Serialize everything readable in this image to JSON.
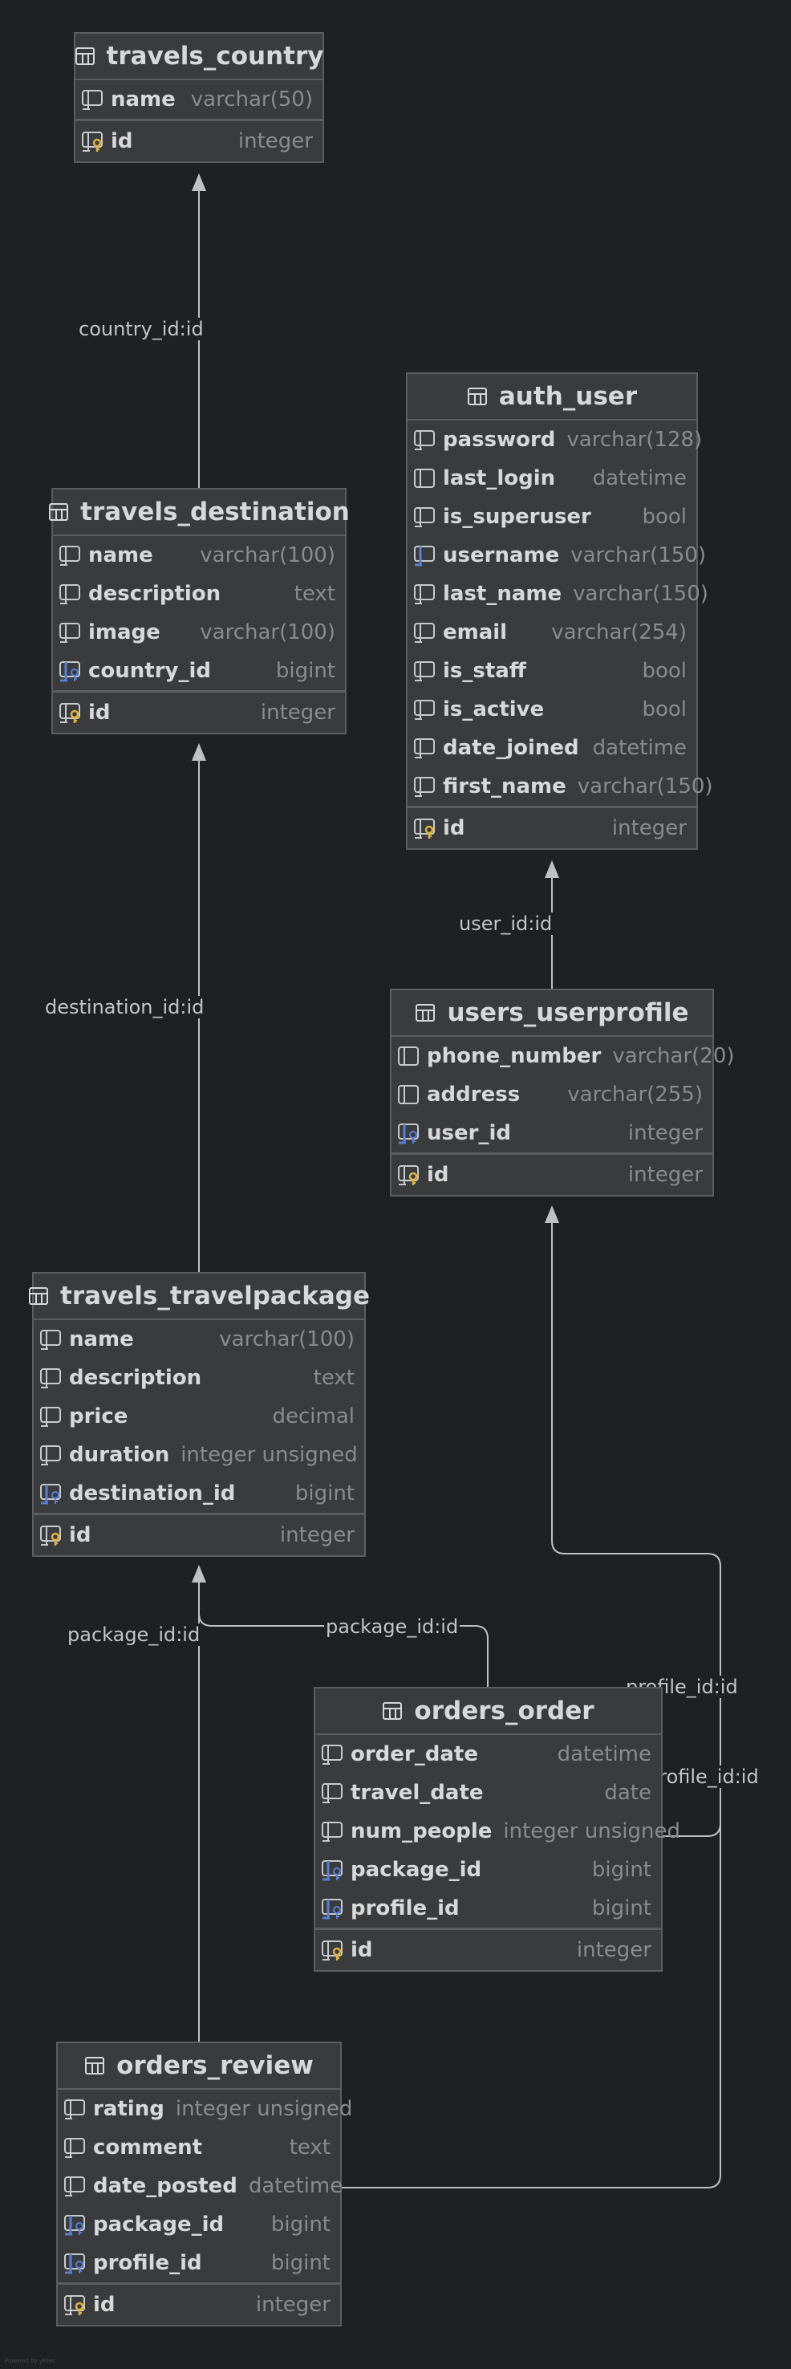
{
  "colors": {
    "background": "#1f2023",
    "table_bg": "#3a3b3d",
    "table_border": "#5c5d60",
    "fk_icon": "#5a7fd8",
    "pk_key_icon": "#e2b33d",
    "edge": "#bfc0c2"
  },
  "tables": {
    "travels_country": {
      "title": "travels_country",
      "columns": [
        {
          "name": "name",
          "type": "varchar(50)",
          "icon": "column-icon"
        }
      ],
      "pk": {
        "name": "id",
        "type": "integer",
        "icon": "primary-key-icon"
      }
    },
    "auth_user": {
      "title": "auth_user",
      "columns": [
        {
          "name": "password",
          "type": "varchar(128)",
          "icon": "column-icon"
        },
        {
          "name": "last_login",
          "type": "datetime",
          "icon": "nullable-column-icon"
        },
        {
          "name": "is_superuser",
          "type": "bool",
          "icon": "column-icon"
        },
        {
          "name": "username",
          "type": "varchar(150)",
          "icon": "unique-column-icon"
        },
        {
          "name": "last_name",
          "type": "varchar(150)",
          "icon": "column-icon"
        },
        {
          "name": "email",
          "type": "varchar(254)",
          "icon": "column-icon"
        },
        {
          "name": "is_staff",
          "type": "bool",
          "icon": "column-icon"
        },
        {
          "name": "is_active",
          "type": "bool",
          "icon": "column-icon"
        },
        {
          "name": "date_joined",
          "type": "datetime",
          "icon": "column-icon"
        },
        {
          "name": "first_name",
          "type": "varchar(150)",
          "icon": "column-icon"
        }
      ],
      "pk": {
        "name": "id",
        "type": "integer",
        "icon": "primary-key-icon"
      }
    },
    "travels_destination": {
      "title": "travels_destination",
      "columns": [
        {
          "name": "name",
          "type": "varchar(100)",
          "icon": "column-icon"
        },
        {
          "name": "description",
          "type": "text",
          "icon": "column-icon"
        },
        {
          "name": "image",
          "type": "varchar(100)",
          "icon": "column-icon"
        },
        {
          "name": "country_id",
          "type": "bigint",
          "icon": "foreign-key-icon"
        }
      ],
      "pk": {
        "name": "id",
        "type": "integer",
        "icon": "primary-key-icon"
      }
    },
    "users_userprofile": {
      "title": "users_userprofile",
      "columns": [
        {
          "name": "phone_number",
          "type": "varchar(20)",
          "icon": "nullable-column-icon"
        },
        {
          "name": "address",
          "type": "varchar(255)",
          "icon": "nullable-column-icon"
        },
        {
          "name": "user_id",
          "type": "integer",
          "icon": "foreign-key-icon"
        }
      ],
      "pk": {
        "name": "id",
        "type": "integer",
        "icon": "primary-key-icon"
      }
    },
    "travels_travelpackage": {
      "title": "travels_travelpackage",
      "columns": [
        {
          "name": "name",
          "type": "varchar(100)",
          "icon": "column-icon"
        },
        {
          "name": "description",
          "type": "text",
          "icon": "column-icon"
        },
        {
          "name": "price",
          "type": "decimal",
          "icon": "column-icon"
        },
        {
          "name": "duration",
          "type": "integer unsigned",
          "icon": "column-icon"
        },
        {
          "name": "destination_id",
          "type": "bigint",
          "icon": "foreign-key-icon"
        }
      ],
      "pk": {
        "name": "id",
        "type": "integer",
        "icon": "primary-key-icon"
      }
    },
    "orders_order": {
      "title": "orders_order",
      "columns": [
        {
          "name": "order_date",
          "type": "datetime",
          "icon": "column-icon"
        },
        {
          "name": "travel_date",
          "type": "date",
          "icon": "column-icon"
        },
        {
          "name": "num_people",
          "type": "integer unsigned",
          "icon": "column-icon"
        },
        {
          "name": "package_id",
          "type": "bigint",
          "icon": "foreign-key-icon"
        },
        {
          "name": "profile_id",
          "type": "bigint",
          "icon": "foreign-key-icon"
        }
      ],
      "pk": {
        "name": "id",
        "type": "integer",
        "icon": "primary-key-icon"
      }
    },
    "orders_review": {
      "title": "orders_review",
      "columns": [
        {
          "name": "rating",
          "type": "integer unsigned",
          "icon": "column-icon"
        },
        {
          "name": "comment",
          "type": "text",
          "icon": "column-icon"
        },
        {
          "name": "date_posted",
          "type": "datetime",
          "icon": "column-icon"
        },
        {
          "name": "package_id",
          "type": "bigint",
          "icon": "foreign-key-icon"
        },
        {
          "name": "profile_id",
          "type": "bigint",
          "icon": "foreign-key-icon"
        }
      ],
      "pk": {
        "name": "id",
        "type": "integer",
        "icon": "primary-key-icon"
      }
    }
  },
  "relations": [
    {
      "from": "travels_destination",
      "to": "travels_country",
      "label": "country_id:id"
    },
    {
      "from": "users_userprofile",
      "to": "auth_user",
      "label": "user_id:id"
    },
    {
      "from": "travels_travelpackage",
      "to": "travels_destination",
      "label": "destination_id:id"
    },
    {
      "from": "orders_review",
      "to": "travels_travelpackage",
      "label": "package_id:id"
    },
    {
      "from": "orders_order",
      "to": "travels_travelpackage",
      "label": "package_id:id"
    },
    {
      "from": "orders_review",
      "to": "users_userprofile",
      "label": "profile_id:id"
    },
    {
      "from": "orders_order",
      "to": "users_userprofile",
      "label": "profile_id:id"
    }
  ]
}
